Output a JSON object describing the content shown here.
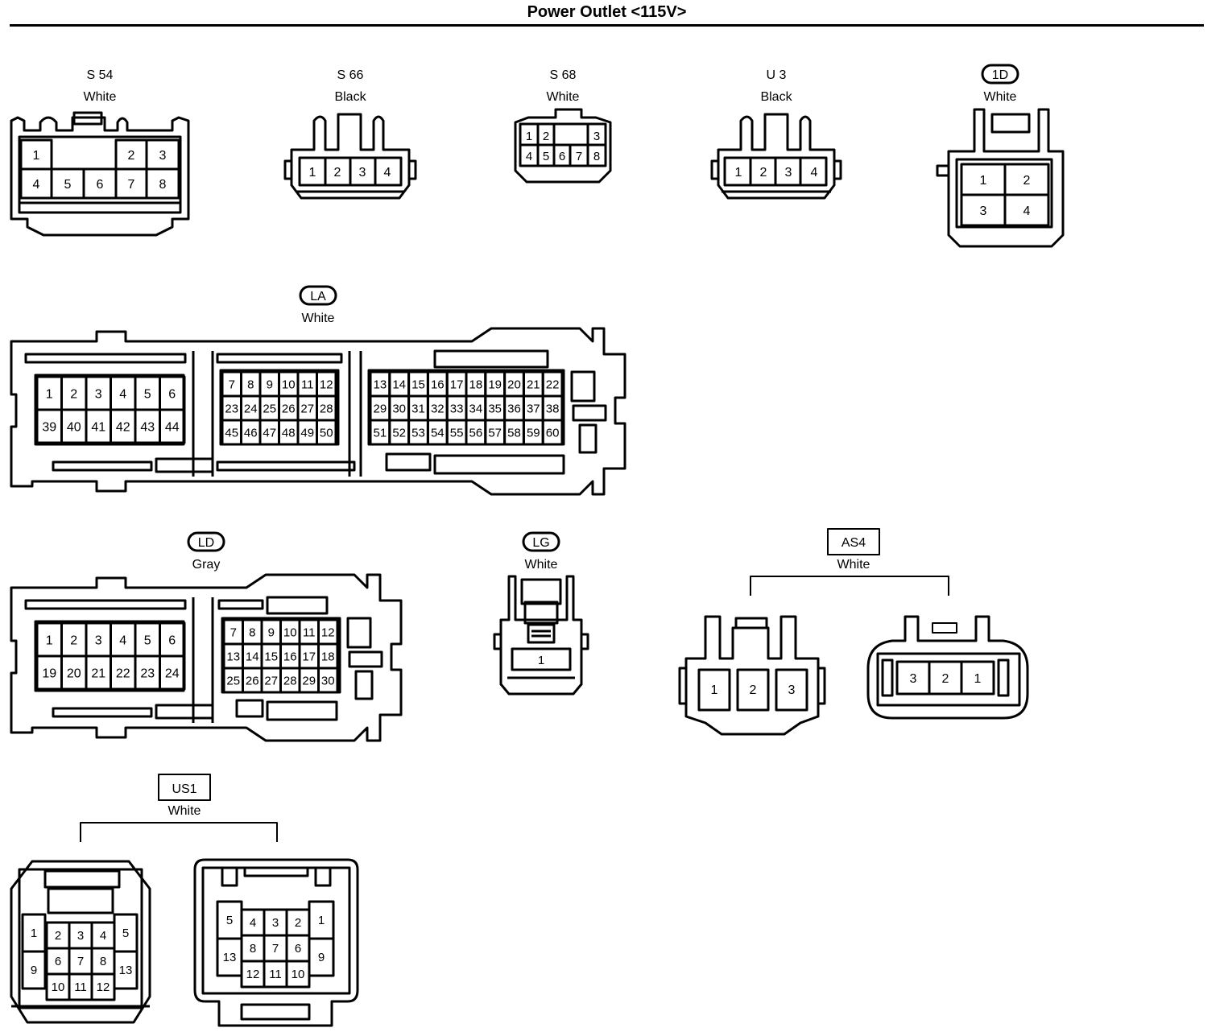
{
  "title": "Power Outlet <115V>",
  "connectors": {
    "s54": {
      "name": "S 54",
      "color": "White",
      "pins": [
        "1",
        "2",
        "3",
        "4",
        "5",
        "6",
        "7",
        "8"
      ]
    },
    "s66": {
      "name": "S 66",
      "color": "Black",
      "pins": [
        "1",
        "2",
        "3",
        "4"
      ]
    },
    "s68": {
      "name": "S 68",
      "color": "White",
      "pins": [
        "1",
        "2",
        "3",
        "4",
        "5",
        "6",
        "7",
        "8"
      ]
    },
    "u3": {
      "name": "U 3",
      "color": "Black",
      "pins": [
        "1",
        "2",
        "3",
        "4"
      ]
    },
    "c1d": {
      "name": "1D",
      "color": "White",
      "pins": [
        "1",
        "2",
        "3",
        "4"
      ]
    },
    "la": {
      "name": "LA",
      "color": "White",
      "left_pins": [
        "1",
        "2",
        "3",
        "4",
        "5",
        "6",
        "39",
        "40",
        "41",
        "42",
        "43",
        "44"
      ],
      "mid_pins": [
        "7",
        "8",
        "9",
        "10",
        "11",
        "12",
        "23",
        "24",
        "25",
        "26",
        "27",
        "28",
        "45",
        "46",
        "47",
        "48",
        "49",
        "50"
      ],
      "right_pins": [
        "13",
        "14",
        "15",
        "16",
        "17",
        "18",
        "19",
        "20",
        "21",
        "22",
        "29",
        "30",
        "31",
        "32",
        "33",
        "34",
        "35",
        "36",
        "37",
        "38",
        "51",
        "52",
        "53",
        "54",
        "55",
        "56",
        "57",
        "58",
        "59",
        "60"
      ]
    },
    "ld": {
      "name": "LD",
      "color": "Gray",
      "left_pins": [
        "1",
        "2",
        "3",
        "4",
        "5",
        "6",
        "19",
        "20",
        "21",
        "22",
        "23",
        "24"
      ],
      "mid_pins": [
        "7",
        "8",
        "9",
        "10",
        "11",
        "12",
        "13",
        "14",
        "15",
        "16",
        "17",
        "18",
        "25",
        "26",
        "27",
        "28",
        "29",
        "30"
      ]
    },
    "lg": {
      "name": "LG",
      "color": "White",
      "pins": [
        "1"
      ]
    },
    "as4": {
      "name": "AS4",
      "color": "White",
      "male_pins": [
        "1",
        "2",
        "3"
      ],
      "female_pins": [
        "3",
        "2",
        "1"
      ]
    },
    "us1": {
      "name": "US1",
      "color": "White",
      "male_pins": [
        "1",
        "2",
        "3",
        "4",
        "5",
        "6",
        "7",
        "8",
        "9",
        "10",
        "11",
        "12",
        "13"
      ],
      "female_pins": [
        "5",
        "4",
        "3",
        "2",
        "1",
        "8",
        "7",
        "6",
        "13",
        "12",
        "11",
        "10",
        "9"
      ]
    }
  }
}
